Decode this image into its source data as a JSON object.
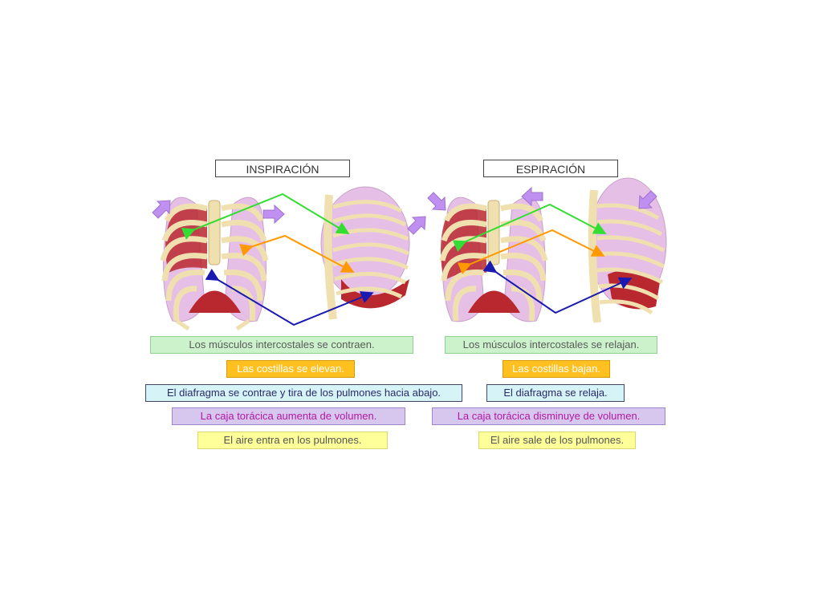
{
  "inspiracion": {
    "title": "INSPIRACIÓN",
    "labels": {
      "muscles": "Los músculos intercostales se contraen.",
      "ribs": "Las costillas se elevan.",
      "diaphragm": "El diafragma se contrae y tira de los pulmones hacia abajo.",
      "volume": "La caja torácica aumenta de volumen.",
      "air": "El aire entra en los pulmones."
    }
  },
  "espiracion": {
    "title": "ESPIRACIÓN",
    "labels": {
      "muscles": "Los músculos intercostales se relajan.",
      "ribs": "Las costillas bajan.",
      "diaphragm": "El diafragma se relaja.",
      "volume": "La caja torácica disminuye de volumen.",
      "air": "El aire sale de los pulmones."
    }
  },
  "colors": {
    "muscle_arrow": "#33dd33",
    "ribs_arrow": "#ff9900",
    "diaphragm_arrow": "#1a1ab0",
    "movement_arrow": "#c090f0"
  }
}
